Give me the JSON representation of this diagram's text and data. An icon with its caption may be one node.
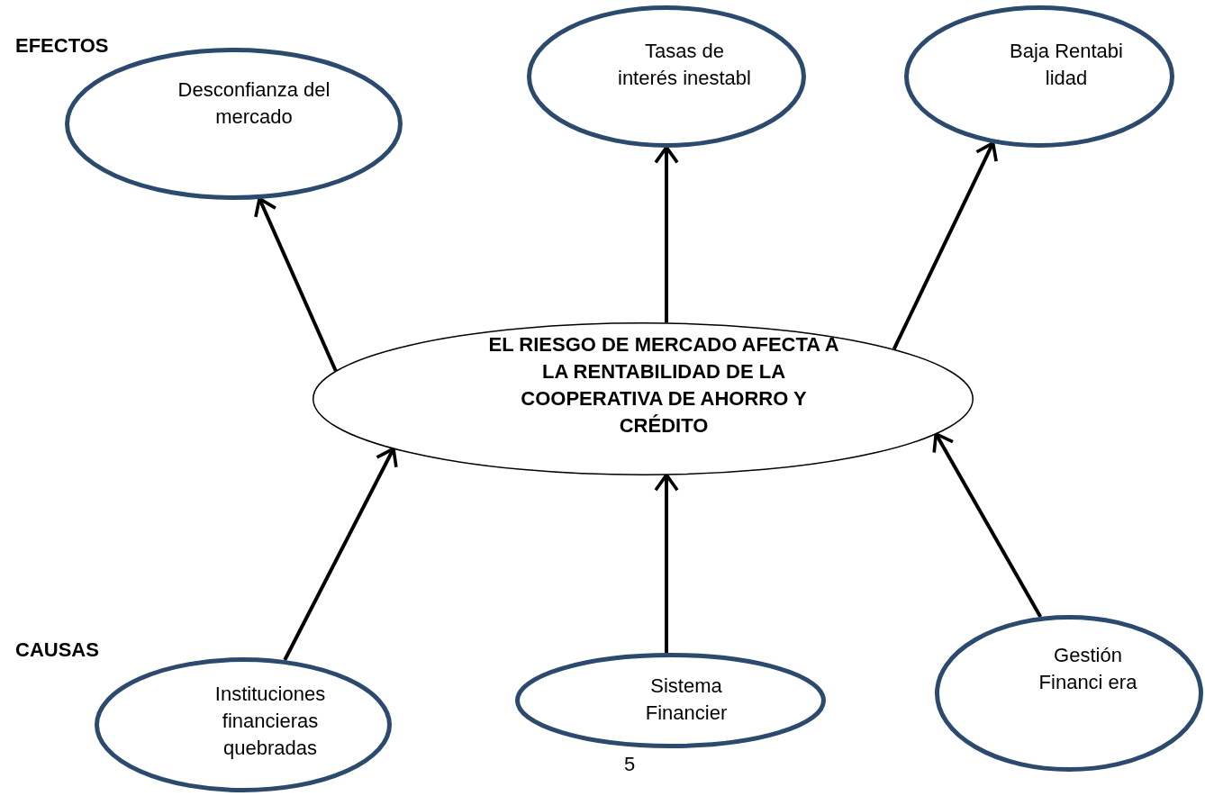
{
  "diagram": {
    "nodes": [
      {
        "text": [
          "EL RIESGO DE MERCADO AFECTA A LA RENTABILIDAD DE LA COOPERATIVA DE AHORRO Y CRÉDITO"
        ]
      },
      {
        "text": [
          "Desconfianza del mercado"
        ]
      },
      {
        "text": [
          "Tasas de interés inestabl"
        ]
      },
      {
        "text": [
          "Baja Rentabi lidad"
        ]
      },
      {
        "text": [
          "Instituciones financieras quebradas"
        ]
      },
      {
        "text": [
          "Sistema Financier"
        ]
      },
      {
        "text": [
          "Gestión Financi era"
        ]
      }
    ],
    "edges": [
      {
        "from": 0,
        "to": 1,
        "arrow": "to"
      },
      {
        "from": 0,
        "to": 2,
        "arrow": "to"
      },
      {
        "from": 0,
        "to": 3,
        "arrow": "to"
      },
      {
        "from": 4,
        "to": 0,
        "arrow": "to"
      },
      {
        "from": 5,
        "to": 0,
        "arrow": "to"
      },
      {
        "from": 6,
        "to": 0,
        "arrow": "to"
      }
    ],
    "labels": [
      "EFECTOS",
      "CAUSAS",
      "5"
    ]
  }
}
